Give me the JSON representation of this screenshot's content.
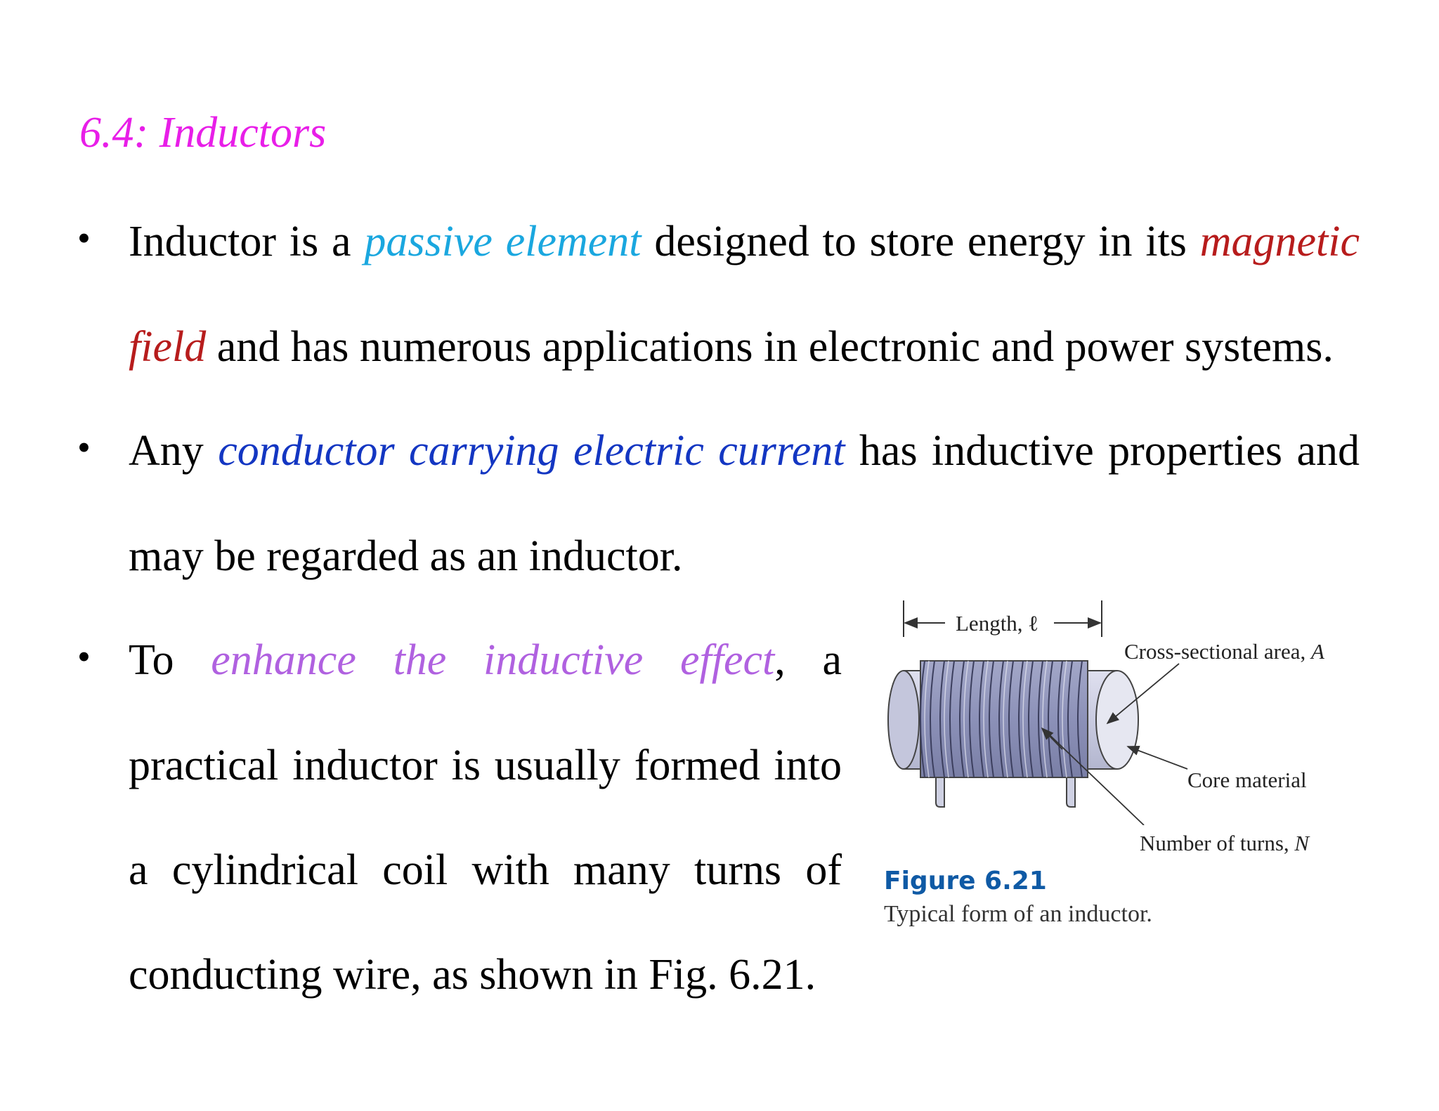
{
  "title": "6.4: Inductors",
  "bullet_char": "•",
  "bullets": [
    {
      "line1": {
        "a": "Inductor is a ",
        "em1": "passive element",
        "b": " designed to store energy in its ",
        "em2": "magnetic"
      },
      "line2": {
        "em": "field",
        "a": " and has numerous applications in electronic and power systems."
      }
    },
    {
      "line1": {
        "a": "Any ",
        "em": "conductor carrying electric current",
        "b": " has inductive properties and"
      },
      "line2": "may be regarded as an inductor."
    },
    {
      "line1": {
        "a": "To ",
        "em": "enhance the inductive effect",
        "b": ", a"
      },
      "line2": "practical inductor is usually formed into",
      "line3": "a cylindrical coil with many turns of",
      "line4": "conducting wire, as shown in Fig. 6.21."
    }
  ],
  "figure": {
    "length_label": "Length, ℓ",
    "area_label": "Cross-sectional area, ",
    "area_symbol": "A",
    "core_label": "Core material",
    "turns_label": "Number of turns, ",
    "turns_symbol": "N",
    "number": "Figure 6.21",
    "caption": "Typical form of an inductor."
  },
  "colors": {
    "title": "#e81ee8",
    "passive_element": "#1aa7df",
    "magnetic_field": "#b71c1c",
    "conductor_current": "#1336c2",
    "inductive_effect": "#b061e0",
    "figure_number": "#0f5aa5"
  }
}
